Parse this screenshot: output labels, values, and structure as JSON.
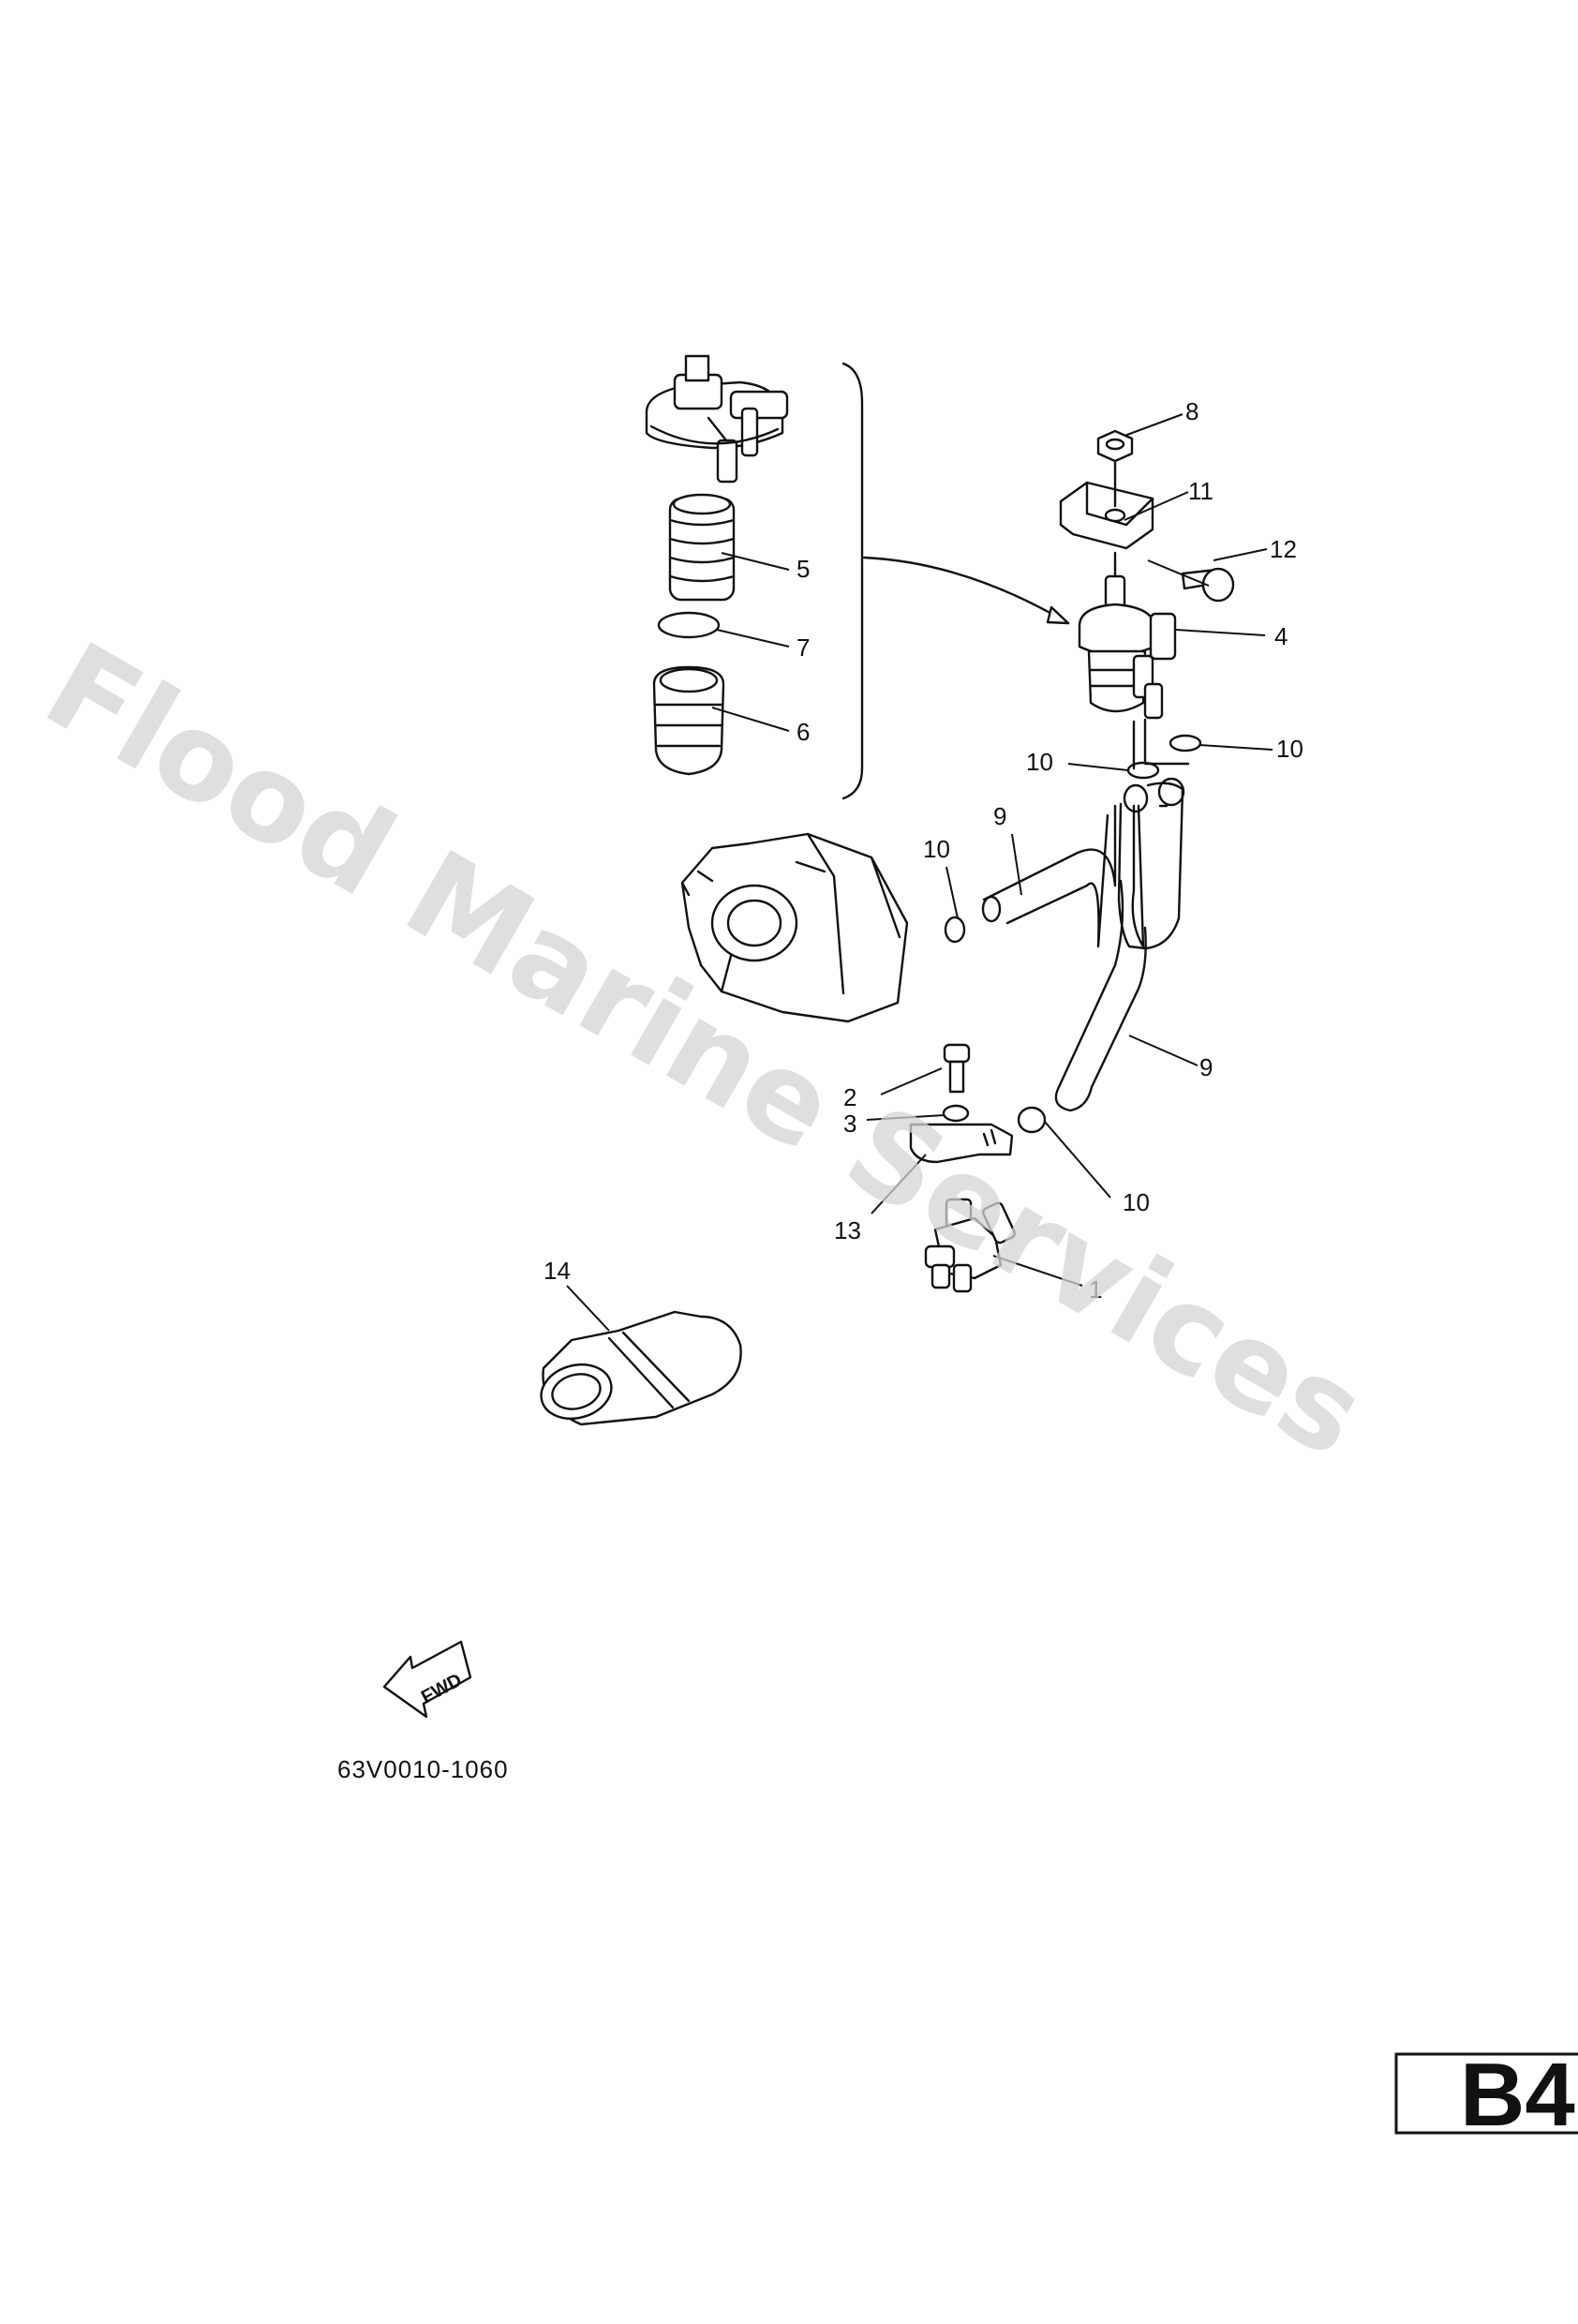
{
  "watermark": "Flood Marine Services",
  "diagram_code": "63V0010-1060",
  "fwd_label": "FWD",
  "page_code": "B4",
  "callouts": [
    {
      "key": "c5",
      "label": "5"
    },
    {
      "key": "c7",
      "label": "7"
    },
    {
      "key": "c6",
      "label": "6"
    },
    {
      "key": "c8",
      "label": "8"
    },
    {
      "key": "c11",
      "label": "11"
    },
    {
      "key": "c12",
      "label": "12"
    },
    {
      "key": "c4",
      "label": "4"
    },
    {
      "key": "c10a",
      "label": "10"
    },
    {
      "key": "c10b",
      "label": "10"
    },
    {
      "key": "c9a",
      "label": "9"
    },
    {
      "key": "c10c",
      "label": "10"
    },
    {
      "key": "c9b",
      "label": "9"
    },
    {
      "key": "c2",
      "label": "2"
    },
    {
      "key": "c3",
      "label": "3"
    },
    {
      "key": "c10d",
      "label": "10"
    },
    {
      "key": "c13",
      "label": "13"
    },
    {
      "key": "c1",
      "label": "1"
    },
    {
      "key": "c14",
      "label": "14"
    }
  ]
}
